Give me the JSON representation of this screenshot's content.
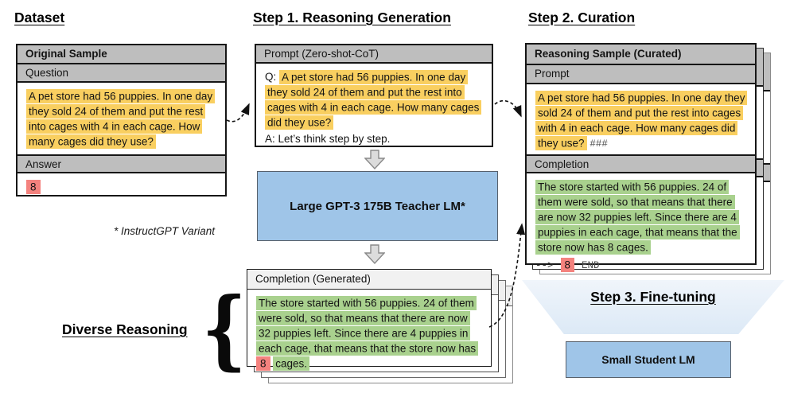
{
  "headings": {
    "dataset": "Dataset",
    "step1": "Step 1. Reasoning Generation",
    "step2": "Step 2. Curation",
    "step3": "Step 3. Fine-tuning",
    "diverse_reasoning": "Diverse Reasoning"
  },
  "dataset_card": {
    "title": "Original Sample",
    "question_label": "Question",
    "question_text": "A pet store had 56 puppies. In one day they sold 24 of them and put the rest into cages with 4 in each cage. How many cages did they use?",
    "answer_label": "Answer",
    "answer_value": "8"
  },
  "step1_card": {
    "title": "Prompt (Zero-shot-CoT)",
    "q_prefix": "Q:",
    "question_text": "A pet store had 56 puppies. In one day they sold 24 of them and put the rest into cages with 4 in each cage. How many cages did they use?",
    "a_line": "A: Let’s think step by step."
  },
  "teacher_box": {
    "label": "Large GPT-3 175B Teacher LM*"
  },
  "teacher_note": "* InstructGPT Variant",
  "generated_card": {
    "title": "Completion (Generated)",
    "text_before": "The store started with 56 puppies. 24 of them were sold, so that means that there are now 32 puppies left.  Since there are 4 puppies in each cage, that means that the store now has",
    "answer": "8",
    "text_after": "cages."
  },
  "curated_card": {
    "title": "Reasoning Sample (Curated)",
    "prompt_label": "Prompt",
    "prompt_text": "A pet store had 56 puppies. In one day they sold 24 of them and put the rest into cages with 4 in each cage. How many cages did they use?",
    "prompt_suffix": "###",
    "completion_label": "Completion",
    "completion_text": "The store started with 56 puppies. 24 of them were sold, so that means that there are now 32 puppies left.  Since there are 4 puppies in each cage, that means that the store now has 8 cages.",
    "answer_arrow": "-->",
    "answer_value": "8",
    "answer_end": "END"
  },
  "student_box": {
    "label": "Small Student LM"
  },
  "decorations": {
    "brace": "{"
  },
  "colors": {
    "highlight_yellow": "#F9CF60",
    "highlight_green": "#A9D18E",
    "highlight_red": "#F4827E",
    "model_blue": "#9FC5E8",
    "header_gray": "#BEBEBE",
    "subheader_light": "#F1F1F1",
    "funnel_blue": "#DCE9F6"
  }
}
